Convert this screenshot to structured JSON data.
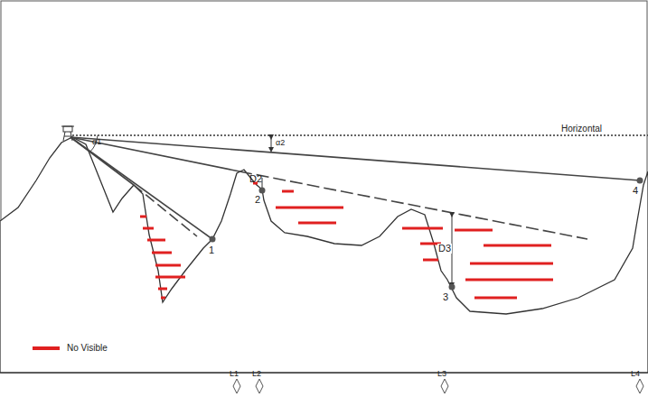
{
  "diagram": {
    "labels": [
      "Horizontal",
      "α1",
      "α2",
      "D2",
      "D3",
      "1",
      "2",
      "3",
      "4",
      "L1",
      "L2",
      "L3",
      "L4"
    ],
    "legend": [
      {
        "text": "No Visible",
        "color": "#e02020"
      }
    ]
  }
}
